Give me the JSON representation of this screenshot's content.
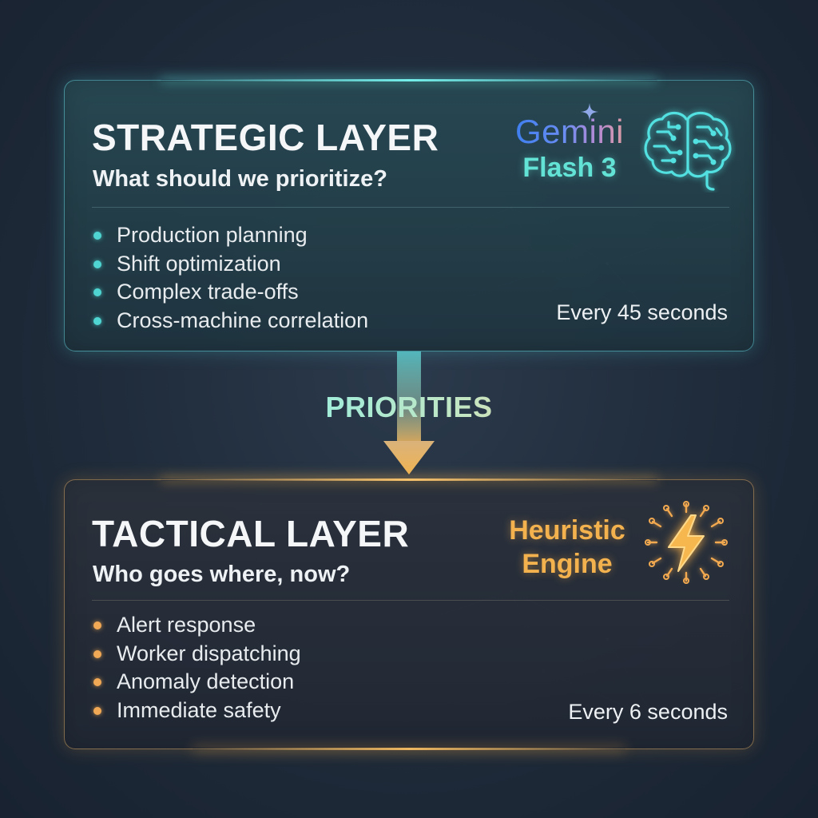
{
  "colors": {
    "strategic_accent": "#4fd6d2",
    "tactical_accent": "#f2a955",
    "background": "#1f2b3a"
  },
  "strategic": {
    "title": "STRATEGIC LAYER",
    "question": "What should we prioritize?",
    "items": [
      "Production planning",
      "Shift optimization",
      "Complex trade-offs",
      "Cross-machine correlation"
    ],
    "frequency": "Every 45 seconds",
    "engine_name": "Gemini",
    "engine_model": "Flash 3",
    "icon": "brain-circuit-icon"
  },
  "connector": {
    "label": "PRIORITIES",
    "icon": "down-arrow-icon"
  },
  "tactical": {
    "title": "TACTICAL LAYER",
    "question": "Who goes where, now?",
    "items": [
      "Alert response",
      "Worker dispatching",
      "Anomaly detection",
      "Immediate safety"
    ],
    "frequency": "Every 6 seconds",
    "engine_name_line1": "Heuristic",
    "engine_name_line2": "Engine",
    "icon": "lightning-bolt-circuit-icon"
  }
}
